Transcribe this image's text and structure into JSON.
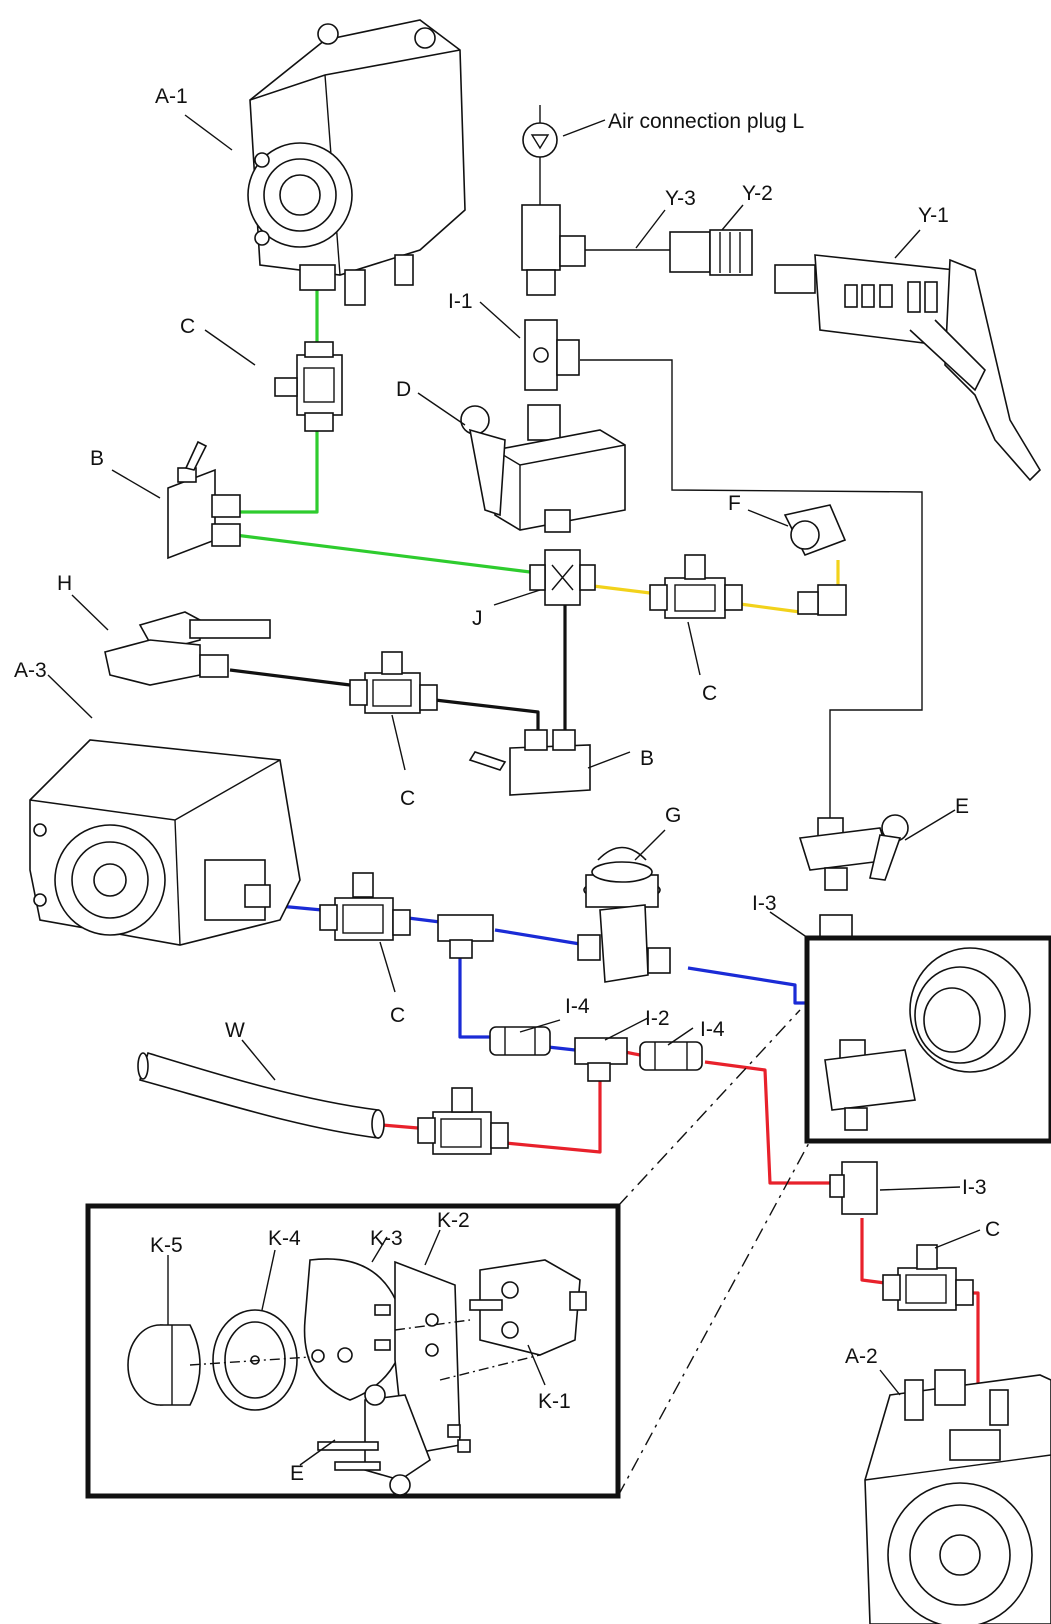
{
  "diagram": {
    "labels": {
      "a1": "A-1",
      "a2": "A-2",
      "a3": "A-3",
      "air_plug": "Air connection plug L",
      "y3": "Y-3",
      "y2": "Y-2",
      "y1": "Y-1",
      "i1": "I-1",
      "c_top": "C",
      "d": "D",
      "b_top": "B",
      "f": "F",
      "h": "H",
      "j": "J",
      "c_yellow": "C",
      "c_black": "C",
      "b_mid": "B",
      "e_mid": "E",
      "g": "G",
      "i3_upper": "I-3",
      "c_blue": "C",
      "i4_left": "I-4",
      "i2": "I-2",
      "i4_right": "I-4",
      "w": "W",
      "i3_lower": "I-3",
      "c_red": "C",
      "k5": "K-5",
      "k4": "K-4",
      "k3": "K-3",
      "k2": "K-2",
      "k1": "K-1",
      "e_inset": "E"
    },
    "hose_colors": {
      "green": "#2ecc2e",
      "yellow": "#f2d21b",
      "black": "#111111",
      "blue": "#1a2bd6",
      "red": "#e8212b",
      "thin": "#222222"
    }
  }
}
